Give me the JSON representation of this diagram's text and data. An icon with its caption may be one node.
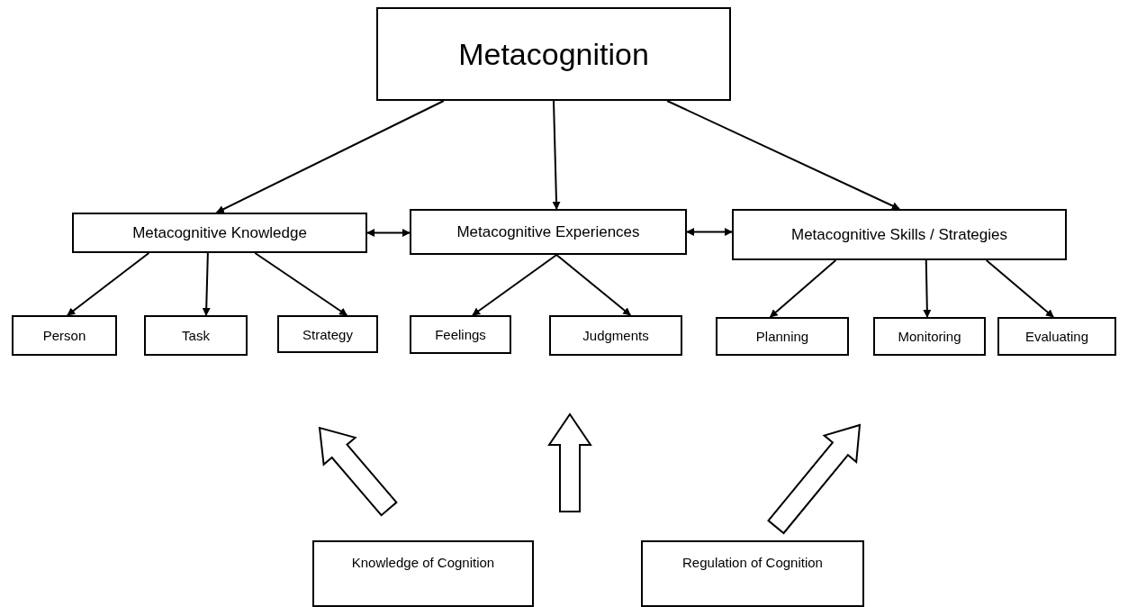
{
  "diagram": {
    "nodes": [
      {
        "text": [
          "Metacognition"
        ]
      },
      {
        "text": [
          "Metacognitive Knowledge"
        ]
      },
      {
        "text": [
          "Metacognitive Experiences"
        ]
      },
      {
        "text": [
          "Metacognitive Skills / Strategies"
        ]
      },
      {
        "text": [
          "Person"
        ]
      },
      {
        "text": [
          "Task"
        ]
      },
      {
        "text": [
          "Strategy"
        ]
      },
      {
        "text": [
          "Feelings"
        ]
      },
      {
        "text": [
          "Judgments"
        ]
      },
      {
        "text": [
          "Planning"
        ]
      },
      {
        "text": [
          "Monitoring"
        ]
      },
      {
        "text": [
          "Evaluating"
        ]
      },
      {
        "text": [
          "Knowledge of Cognition"
        ]
      },
      {
        "text": [
          "Regulation of Cognition"
        ]
      }
    ],
    "edges": [
      {
        "from": 0,
        "to": 1,
        "arrow": "to"
      },
      {
        "from": 0,
        "to": 2,
        "arrow": "to"
      },
      {
        "from": 0,
        "to": 3,
        "arrow": "to"
      },
      {
        "from": 1,
        "to": 2,
        "arrow": "both"
      },
      {
        "from": 2,
        "to": 3,
        "arrow": "both"
      },
      {
        "from": 1,
        "to": 4,
        "arrow": "to"
      },
      {
        "from": 1,
        "to": 5,
        "arrow": "to"
      },
      {
        "from": 1,
        "to": 6,
        "arrow": "to"
      },
      {
        "from": 2,
        "to": 7,
        "arrow": "to"
      },
      {
        "from": 2,
        "to": 8,
        "arrow": "to"
      },
      {
        "from": 3,
        "to": 9,
        "arrow": "to"
      },
      {
        "from": 3,
        "to": 10,
        "arrow": "to"
      },
      {
        "from": 3,
        "to": 11,
        "arrow": "to"
      }
    ]
  }
}
